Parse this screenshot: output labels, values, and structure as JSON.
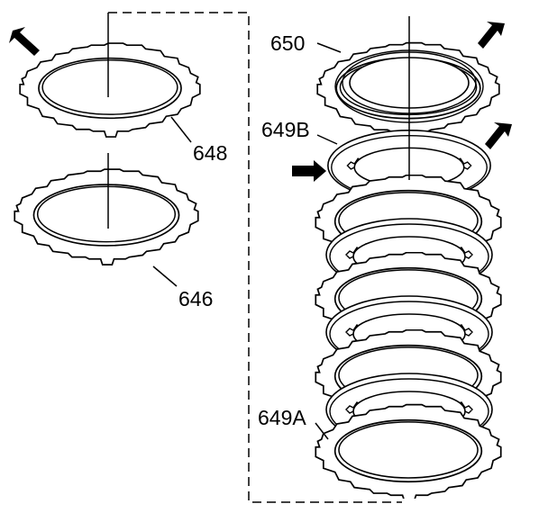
{
  "labels": {
    "p648": "648",
    "p646": "646",
    "p650": "650",
    "p649b": "649B",
    "p649a": "649A"
  },
  "colors": {
    "ink": "#000000",
    "paper": "#ffffff"
  },
  "icons": {
    "arrow": "arrow-icon"
  }
}
